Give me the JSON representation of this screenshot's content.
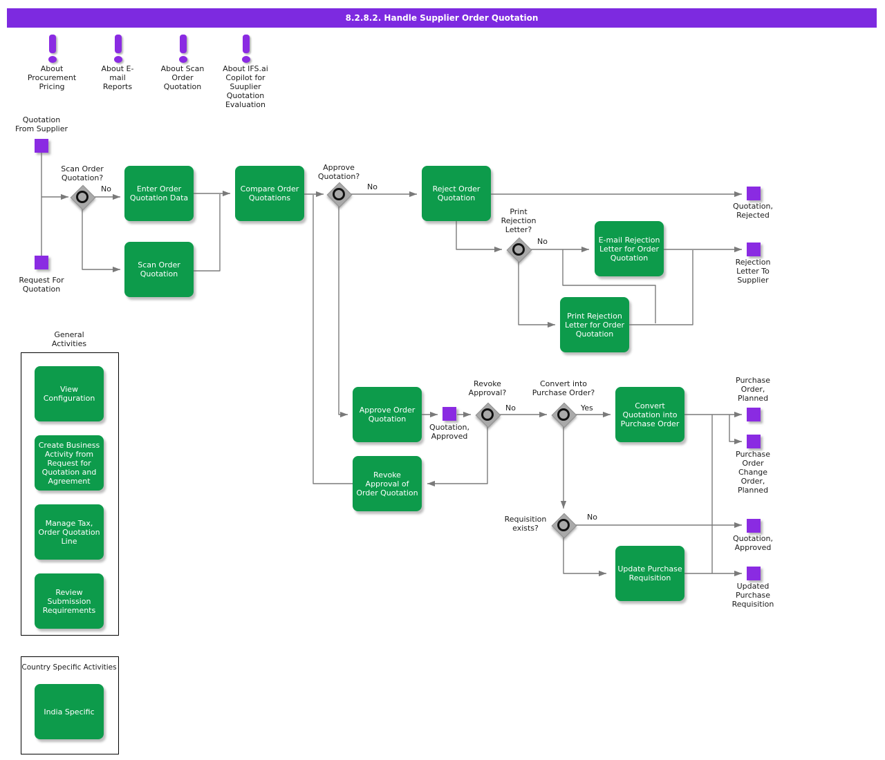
{
  "title": "8.2.8.2. Handle Supplier Order Quotation",
  "colors": {
    "titlebar_purple": "#7D2AE0",
    "event_purple": "#8A2BE2",
    "task_green": "#0D9B4B",
    "gateway_gray": "#A9A9A9",
    "connector_gray": "#7A7A7A"
  },
  "info_notes": [
    {
      "label": "About\nProcurement\nPricing"
    },
    {
      "label": "About E-\nmail\nReports"
    },
    {
      "label": "About Scan\nOrder\nQuotation"
    },
    {
      "label": "About IFS.ai\nCopilot for\nSuuplier\nQuotation\nEvaluation"
    }
  ],
  "events": {
    "quotation_from_supplier": "Quotation\nFrom Supplier",
    "request_for_quotation": "Request For\nQuotation",
    "quotation_rejected": "Quotation,\nRejected",
    "rejection_letter_to_supplier": "Rejection\nLetter To\nSupplier",
    "quotation_approved_mid": "Quotation,\nApproved",
    "purchase_order_planned": "Purchase\nOrder,\nPlanned",
    "purchase_order_change_order_planned": "Purchase\nOrder\nChange\nOrder,\nPlanned",
    "quotation_approved_end": "Quotation,\nApproved",
    "updated_purchase_requisition": "Updated\nPurchase\nRequisition"
  },
  "tasks": {
    "enter_order_quotation_data": "Enter Order\nQuotation Data",
    "scan_order_quotation": "Scan Order\nQuotation",
    "compare_order_quotations": "Compare Order\nQuotations",
    "reject_order_quotation": "Reject Order\nQuotation",
    "email_rejection_letter": "E-mail Rejection\nLetter for Order\nQuotation",
    "print_rejection_letter": "Print Rejection\nLetter for Order\nQuotation",
    "approve_order_quotation": "Approve Order\nQuotation",
    "revoke_approval_of_order_quotation": "Revoke\nApproval of\nOrder Quotation",
    "convert_quotation_into_purchase_order": "Convert\nQuotation into\nPurchase Order",
    "update_purchase_requisition": "Update Purchase\nRequisition"
  },
  "gateways": {
    "scan_order_quotation": "Scan Order\nQuotation?",
    "approve_quotation": "Approve\nQuotation?",
    "print_rejection_letter": "Print\nRejection\nLetter?",
    "revoke_approval": "Revoke\nApproval?",
    "convert_into_purchase_order": "Convert into\nPurchase Order?",
    "requisition_exists": "Requisition\nexists?"
  },
  "edge_labels": {
    "scan_no": "No",
    "approve_no": "No",
    "print_no": "No",
    "revoke_no": "No",
    "convert_yes": "Yes",
    "requisition_no": "No"
  },
  "groups": {
    "general_activities": {
      "title": "General\nActivities",
      "items": [
        "View\nConfiguration",
        "Create Business\nActivity from\nRequest for\nQuotation and\nAgreement",
        "Manage Tax,\nOrder Quotation\nLine",
        "Review\nSubmission\nRequirements"
      ]
    },
    "country_specific": {
      "title": "Country Specific Activities",
      "items": [
        "India Specific"
      ]
    }
  }
}
